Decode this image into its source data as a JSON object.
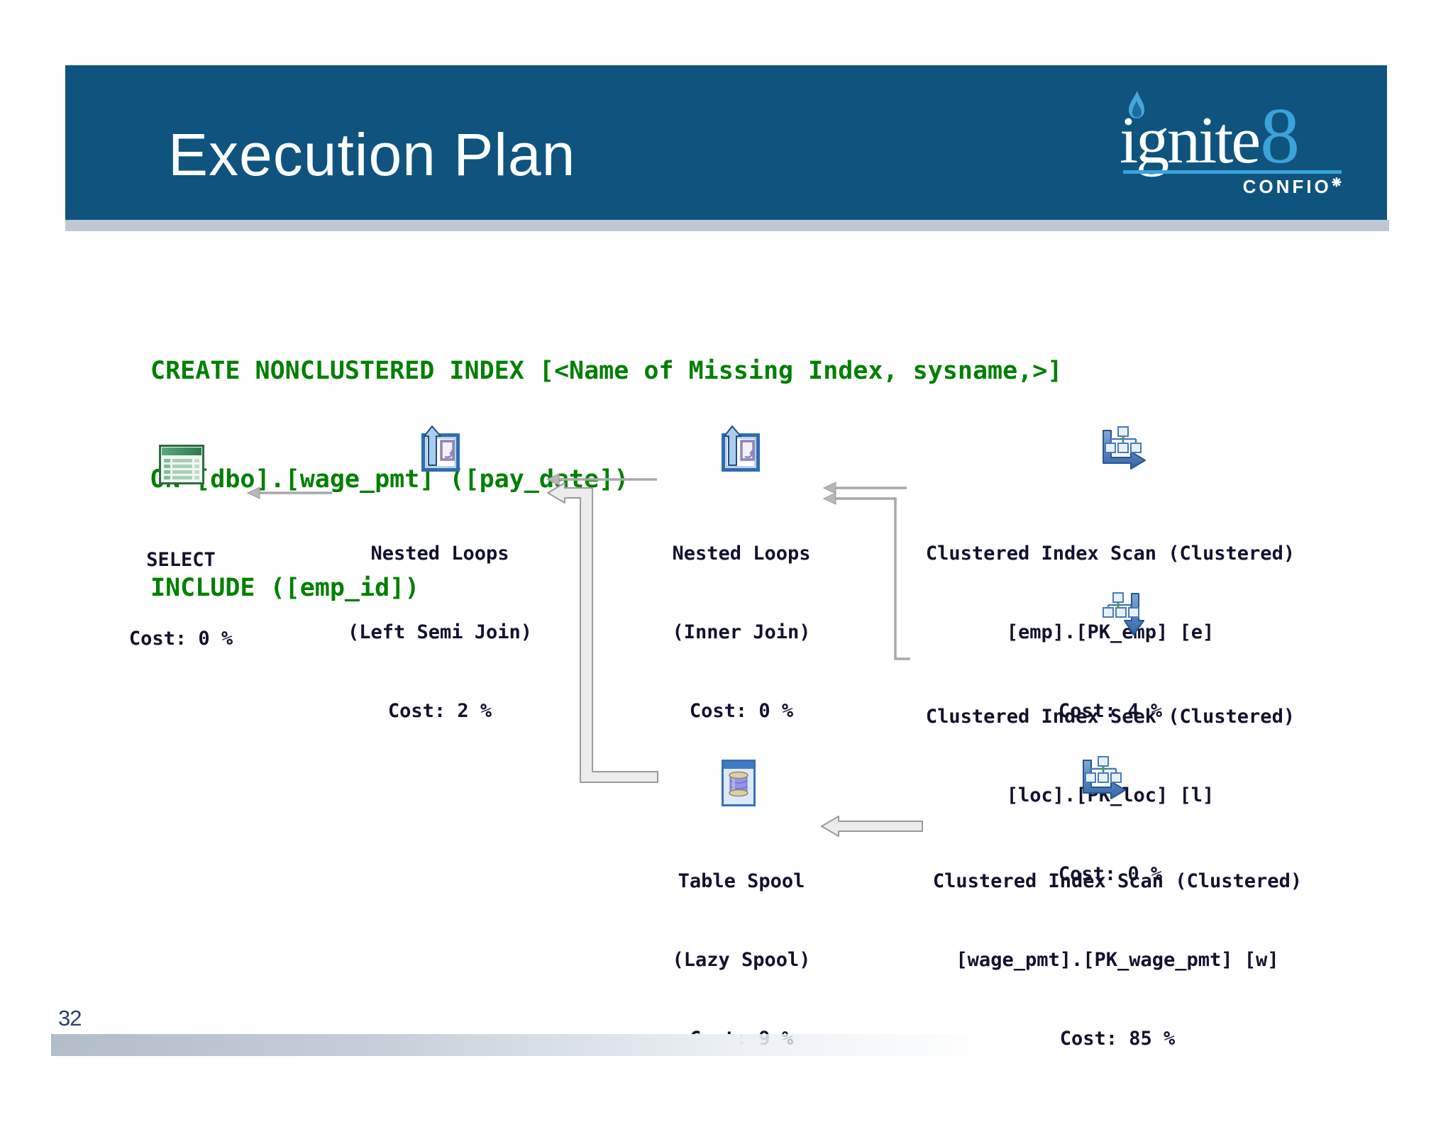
{
  "header": {
    "title": "Execution Plan"
  },
  "logo": {
    "brand": "ignite",
    "eight": "8",
    "tagline": "CONFIO",
    "gear": "❋",
    "accent_color": "#3aa3da"
  },
  "sql": {
    "lines": [
      "CREATE NONCLUSTERED INDEX [<Name of Missing Index, sysname,>]",
      "ON [dbo].[wage_pmt] ([pay_date])",
      "INCLUDE ([emp_id])"
    ],
    "color": "#008000"
  },
  "plan": {
    "nodes": [
      {
        "id": "select",
        "icon": "select-result-icon",
        "lines": [
          "SELECT",
          "Cost: 0 %"
        ]
      },
      {
        "id": "nested-loops-left-semi-join",
        "icon": "nested-loops-icon",
        "lines": [
          "Nested Loops",
          "(Left Semi Join)",
          "Cost: 2 %"
        ]
      },
      {
        "id": "nested-loops-inner-join",
        "icon": "nested-loops-icon",
        "lines": [
          "Nested Loops",
          "(Inner Join)",
          "Cost: 0 %"
        ]
      },
      {
        "id": "clustered-index-scan-emp",
        "icon": "clustered-index-scan-icon",
        "lines": [
          "Clustered Index Scan (Clustered)",
          "[emp].[PK_emp] [e]",
          "Cost: 4 %"
        ]
      },
      {
        "id": "clustered-index-seek-loc",
        "icon": "clustered-index-seek-icon",
        "lines": [
          "Clustered Index Seek (Clustered)",
          "[loc].[PK_loc] [l]",
          "Cost: 0 %"
        ]
      },
      {
        "id": "table-spool",
        "icon": "table-spool-icon",
        "lines": [
          "Table Spool",
          "(Lazy Spool)",
          "Cost: 9 %"
        ]
      },
      {
        "id": "clustered-index-scan-wage-pmt",
        "icon": "clustered-index-scan-icon",
        "lines": [
          "Clustered Index Scan (Clustered)",
          "[wage_pmt].[PK_wage_pmt] [w]",
          "Cost: 85 %"
        ]
      }
    ],
    "edges": [
      {
        "from": "nested-loops-left-semi-join",
        "to": "select",
        "style": "thin"
      },
      {
        "from": "nested-loops-inner-join",
        "to": "nested-loops-left-semi-join",
        "style": "thin"
      },
      {
        "from": "table-spool",
        "to": "nested-loops-left-semi-join",
        "style": "thick"
      },
      {
        "from": "clustered-index-scan-emp",
        "to": "nested-loops-inner-join",
        "style": "thin"
      },
      {
        "from": "clustered-index-seek-loc",
        "to": "nested-loops-inner-join",
        "style": "thin"
      },
      {
        "from": "clustered-index-scan-wage-pmt",
        "to": "table-spool",
        "style": "thick"
      }
    ]
  },
  "footer": {
    "page": "32"
  },
  "colors": {
    "header_blue": "#0f547e",
    "divider_gray": "#bec7d2",
    "sql_green": "#008000",
    "plan_text": "#12122e",
    "thin_arrow": "#a8a8a8",
    "thick_arrow_fill": "#ececec",
    "thick_arrow_stroke": "#9a9a9a",
    "footer_text": "#2c3f6e"
  }
}
